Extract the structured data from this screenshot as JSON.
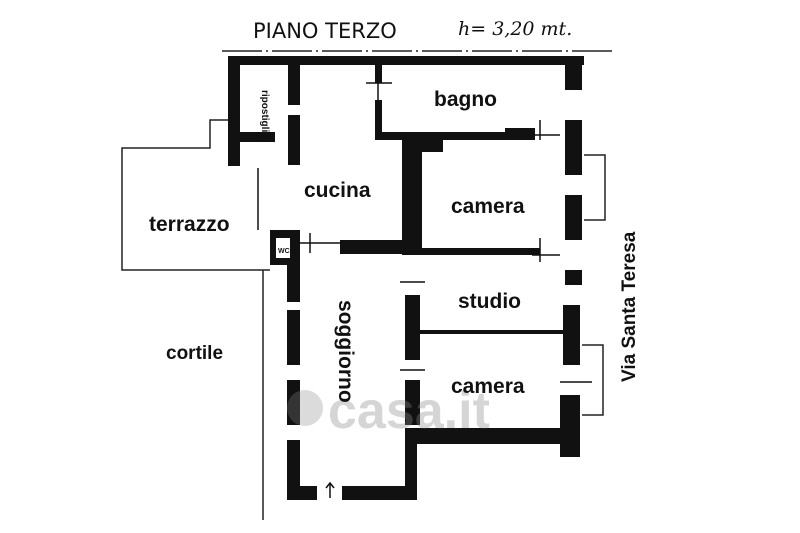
{
  "header": {
    "floor_title": "PIANO TERZO",
    "height_note": "h= 3,20 mt."
  },
  "rooms": {
    "ripostiglio": "ripostiglio",
    "bagno": "bagno",
    "cucina": "cucina",
    "camera_1": "camera",
    "terrazzo": "terrazzo",
    "wc": "WC.",
    "studio": "studio",
    "soggiorno": "soggiorno",
    "camera_2": "camera",
    "cortile": "cortile"
  },
  "street": "Via Santa Teresa",
  "watermark": "casa.it",
  "colors": {
    "wall": "#111111",
    "background": "#ffffff"
  }
}
